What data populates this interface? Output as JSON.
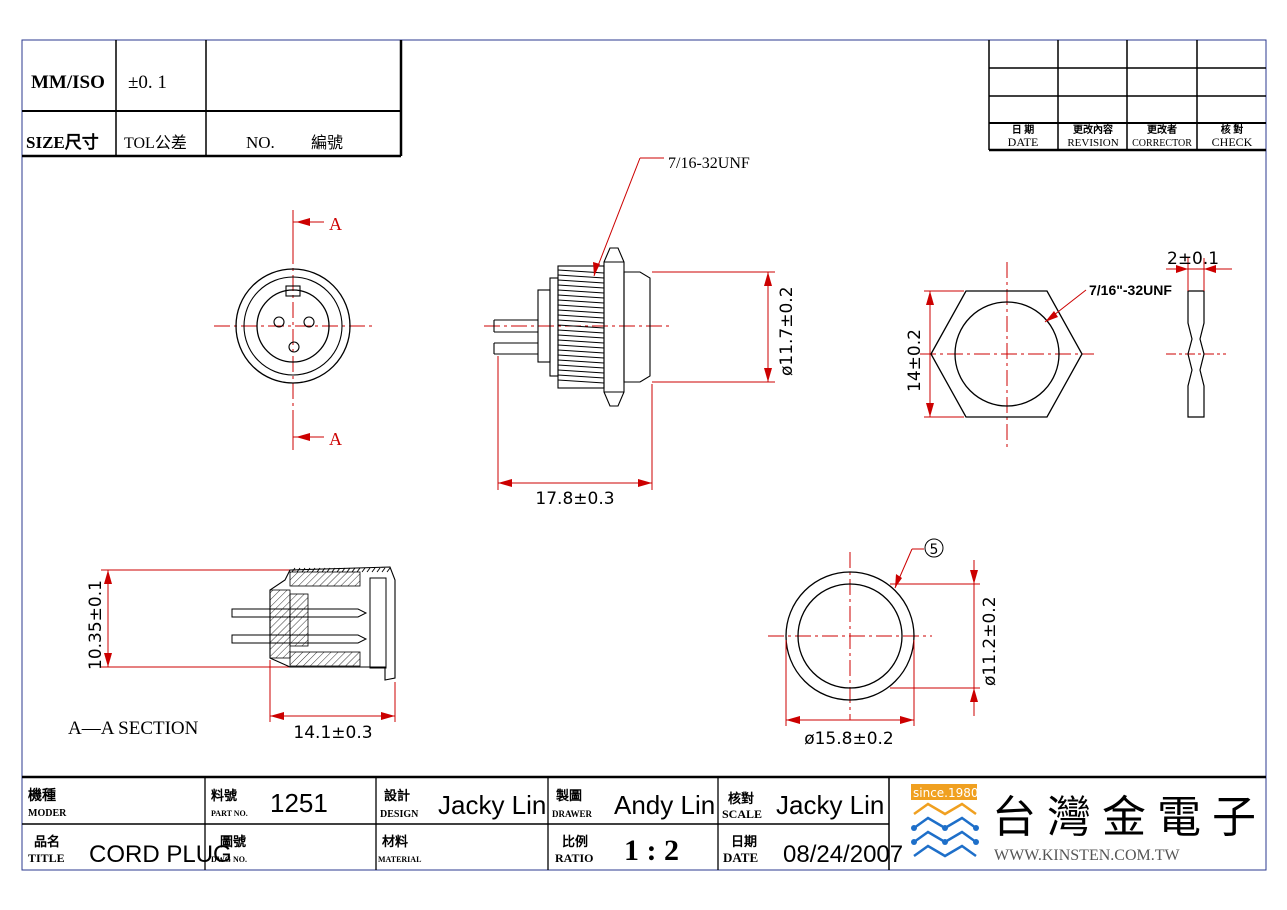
{
  "top_left_table": {
    "unit": "MM/ISO",
    "tolerance": "±0. 1",
    "size_label": "SIZE尺寸",
    "tol_label": "TOL公差",
    "no_label": "NO.",
    "no_label_cn": "編號"
  },
  "revision_table": {
    "date_cn": "日 期",
    "date": "DATE",
    "revision_cn": "更改內容",
    "revision": "REVISION",
    "corrector_cn": "更改者",
    "corrector": "CORRECTOR",
    "check_cn": "核 對",
    "check": "CHECK"
  },
  "annotations": {
    "thread_callout": "7/16-32UNF",
    "section_marker": "A",
    "dia_11_7": "ø11.7±0.2",
    "len_17_8": "17.8±0.3",
    "hex_14": "14±0.2",
    "hex_thread": "7/16\"-32UNF",
    "thickness_2": "2±0.1",
    "item_5": "5",
    "dia_11_2": "ø11.2±0.2",
    "dia_15_8": "ø15.8±0.2",
    "len_10_35": "10.35±0.1",
    "len_14_1": "14.1±0.3",
    "section_title": "A—A  SECTION"
  },
  "title_block": {
    "model_cn": "機種",
    "model_en": "MODER",
    "part_no_cn": "料號",
    "part_no_en": "PART NO.",
    "part_no": "1251",
    "design_cn": "設計",
    "design_en": "DESIGN",
    "designer": "Jacky Lin",
    "drawer_cn": "製圖",
    "drawer_en": "DRAWER",
    "drawer": "Andy Lin",
    "check_cn": "核對",
    "scale_en": "SCALE",
    "checker": "Jacky Lin",
    "title_cn": "品名",
    "title_en": "TITLE",
    "title": "CORD PLUG",
    "dwg_cn": "圖號",
    "dwg_en": "DWG NO.",
    "material_cn": "材料",
    "material_en": "MATERIAL",
    "ratio_cn": "比例",
    "ratio_en": "RATIO",
    "ratio": "1 : 2",
    "date_cn": "日期",
    "date_en": "DATE",
    "date": "08/24/2007"
  },
  "company": {
    "since": "since.1980",
    "name": "台 灣 金 電 子",
    "url": "WWW.KINSTEN.COM.TW"
  },
  "colors": {
    "border": "#2b3a8f",
    "line": "#000000",
    "dim": "#cc0000",
    "logo_blue": "#1e6fc9",
    "logo_orange": "#f0a020"
  }
}
